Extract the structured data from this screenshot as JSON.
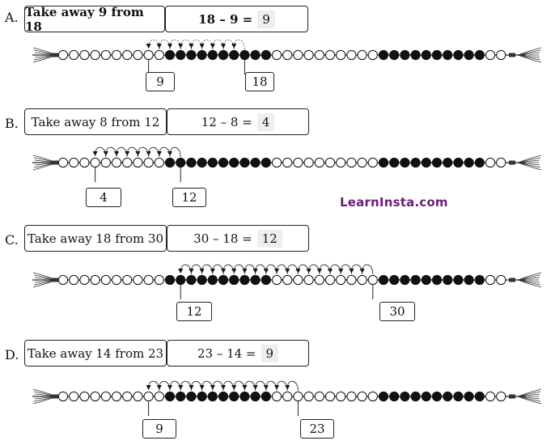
{
  "watermark": "LearnInsta.com",
  "problems": [
    {
      "letter": "A.",
      "prompt": "Take away 9 from 18",
      "equation": "18 – 9 =",
      "answer": "9",
      "bold": true,
      "start": 18,
      "take": 9,
      "result": 9,
      "left_label": "9",
      "right_label": "18",
      "arrow_style": "dotted"
    },
    {
      "letter": "B.",
      "prompt": "Take away 8 from 12",
      "equation": "12 – 8 =",
      "answer": "4",
      "bold": false,
      "start": 12,
      "take": 8,
      "result": 4,
      "left_label": "4",
      "right_label": "12",
      "arrow_style": "solid"
    },
    {
      "letter": "C.",
      "prompt": "Take away 18 from 30",
      "equation": "30 – 18 =",
      "answer": "12",
      "bold": false,
      "start": 30,
      "take": 18,
      "result": 12,
      "left_label": "12",
      "right_label": "30",
      "arrow_style": "solid"
    },
    {
      "letter": "D.",
      "prompt": "Take away 14 from 23",
      "equation": "23 – 14 =",
      "answer": "9",
      "bold": false,
      "start": 23,
      "take": 14,
      "result": 9,
      "left_label": "9",
      "right_label": "23",
      "arrow_style": "solid"
    }
  ]
}
